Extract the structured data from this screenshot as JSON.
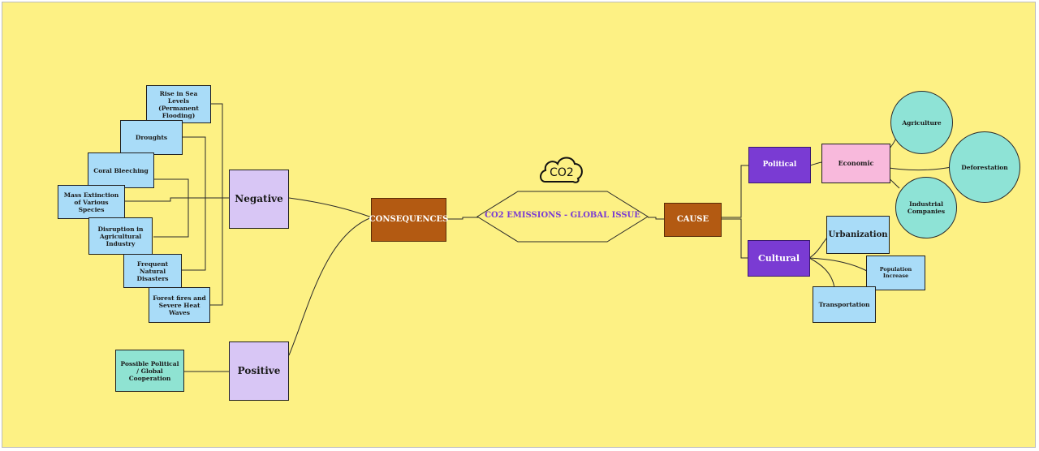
{
  "diagram": {
    "colors": {
      "background": "#fdf184",
      "negative_effects": "#a9dcf8",
      "category": "#d8c6f5",
      "hub": "#b35a12",
      "cause_type": "#7a3bd3",
      "economic": "#f8b9dc",
      "economic_factors": "#8ee3d6",
      "positive_effect": "#8fe3d2",
      "title_text": "#7a3bd3"
    },
    "icon": "cloud-co2-icon",
    "cloud_text": "CO2",
    "center": "CO2 EMISSIONS - GLOBAL ISSUE",
    "consequences": "CONSEQUENCES",
    "cause": "CAUSE",
    "negative": {
      "label": "Negative",
      "items": [
        "Rise in Sea Levels (Permanent Flooding)",
        "Droughts",
        "Coral Bleeching",
        "Mass Extinction of Various Species",
        "Disruption in Agricultural Industry",
        "Frequent Natural Disasters",
        "Forest fires and Severe Heat Waves"
      ]
    },
    "positive": {
      "label": "Positive",
      "items": [
        "Possible Political / Global Cooperation"
      ]
    },
    "political": {
      "label": "Political",
      "economic": {
        "label": "Economic",
        "items": [
          "Agriculture",
          "Deforestation",
          "Industrial Companies"
        ]
      }
    },
    "cultural": {
      "label": "Cultural",
      "items": [
        "Urbanization",
        "Population Increase",
        "Transportation"
      ]
    }
  }
}
